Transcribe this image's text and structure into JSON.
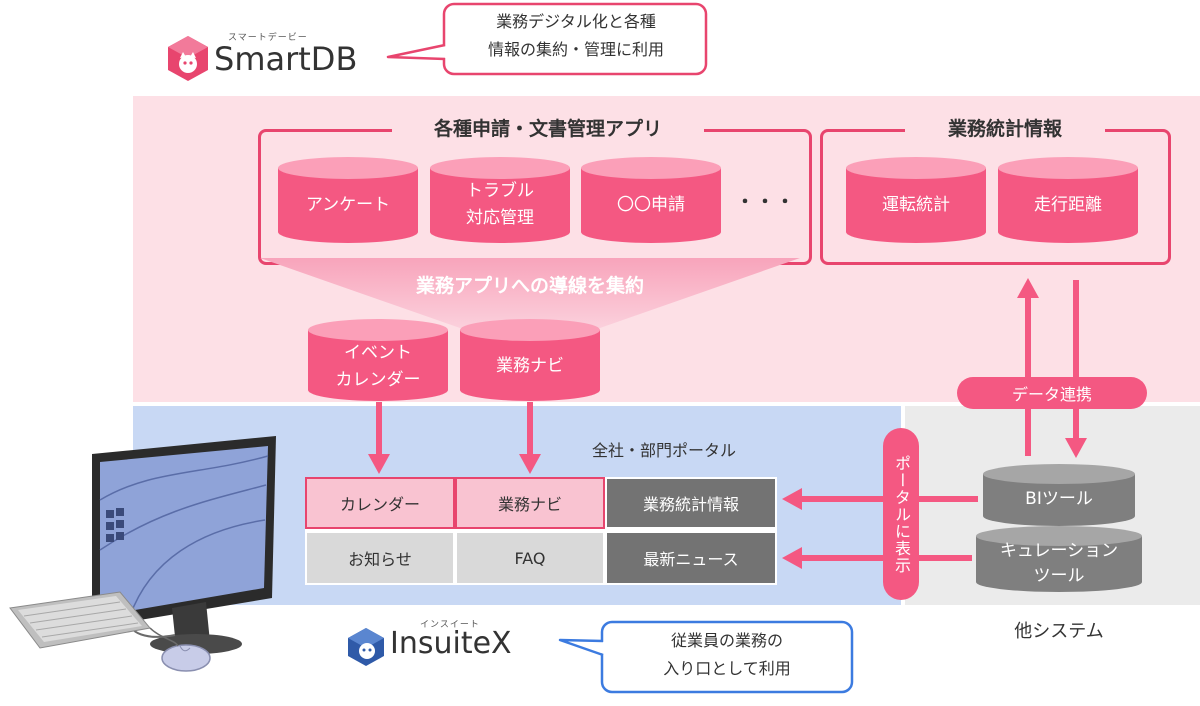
{
  "smartdb": {
    "ruby": "スマートデービー",
    "name": "SmartDB",
    "bubble_line1": "業務デジタル化と各種",
    "bubble_line2": "情報の集約・管理に利用"
  },
  "apps_group": {
    "title": "各種申請・文書管理アプリ",
    "items": [
      {
        "line1": "アンケート",
        "line2": ""
      },
      {
        "line1": "トラブル",
        "line2": "対応管理"
      },
      {
        "line1": "〇〇申請",
        "line2": ""
      }
    ],
    "ellipsis": "・・・"
  },
  "stats_group": {
    "title": "業務統計情報",
    "items": [
      "運転統計",
      "走行距離"
    ]
  },
  "funnel_label": "業務アプリへの導線を集約",
  "portal_apps": [
    {
      "line1": "イベント",
      "line2": "カレンダー"
    },
    {
      "line1": "業務ナビ",
      "line2": ""
    }
  ],
  "portal": {
    "title": "全社・部門ポータル",
    "cells": [
      [
        "カレンダー",
        "業務ナビ",
        "業務統計情報"
      ],
      [
        "お知らせ",
        "FAQ",
        "最新ニュース"
      ]
    ]
  },
  "data_link_label": "データ連携",
  "portal_display_label": "ポータルに表示",
  "other_systems": {
    "tools": [
      {
        "line1": "BIツール",
        "line2": ""
      },
      {
        "line1": "キュレーション",
        "line2": "ツール"
      }
    ],
    "label": "他システム"
  },
  "insuitex": {
    "ruby": "インスイート",
    "name": "InsuiteX",
    "bubble_line1": "従業員の業務の",
    "bubble_line2": "入り口として利用"
  },
  "colors": {
    "accent": "#e8456e",
    "cylinder": "#f45882",
    "cylinder_top": "#fb9fb8",
    "pink_zone": "#fde0e6",
    "blue_zone": "#c8d8f4",
    "gray_zone": "#ebebeb",
    "blue_bubble": "#3c7be0"
  }
}
